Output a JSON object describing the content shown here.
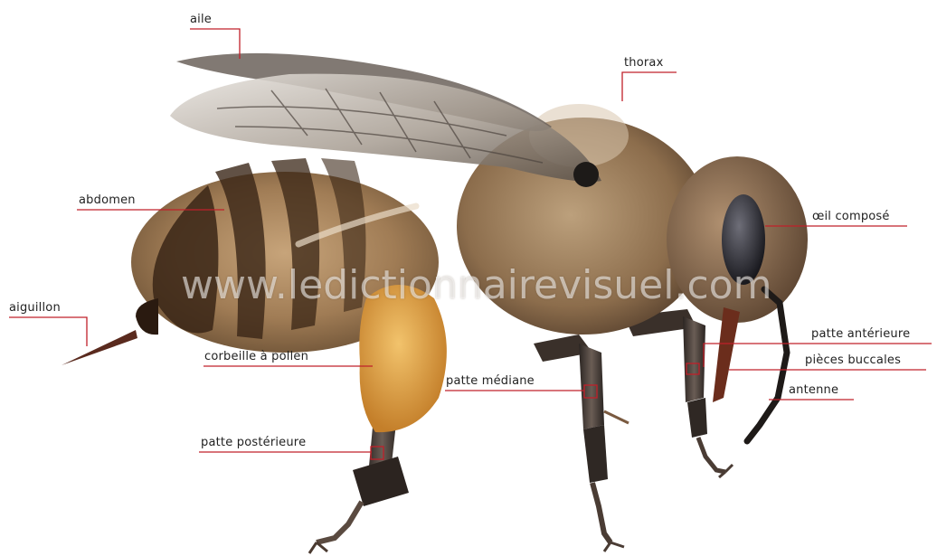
{
  "labels": {
    "aile": "aile",
    "thorax": "thorax",
    "abdomen": "abdomen",
    "oeil": "œil composé",
    "aiguillon": "aiguillon",
    "corbeille": "corbeille à pollen",
    "patte_anterieure": "patte antérieure",
    "pieces_buccales": "pièces buccales",
    "patte_mediane": "patte médiane",
    "antenne": "antenne",
    "patte_posterieure": "patte postérieure"
  },
  "watermark": "www.ledictionnairevisuel.com",
  "colors": {
    "leader_line": "#c0202a",
    "label_text": "#222222",
    "bee_body": "#a0784e",
    "bee_stripe": "#3a2616",
    "pollen": "#e2a44a",
    "wing": "#b7b0a8"
  }
}
